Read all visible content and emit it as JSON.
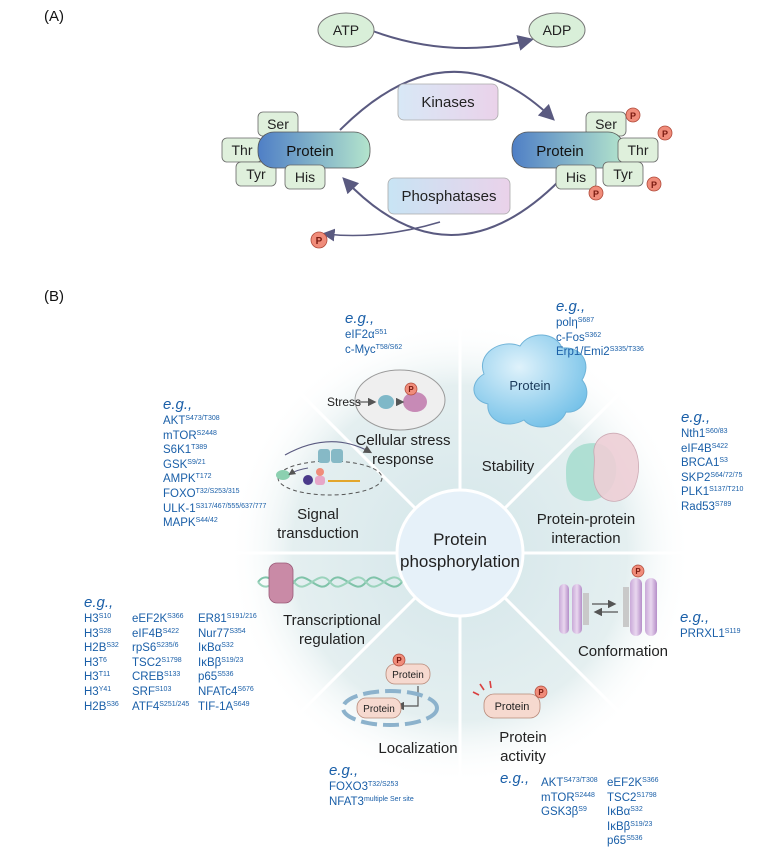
{
  "panel_a": {
    "label": "(A)",
    "atp": "ATP",
    "adp": "ADP",
    "kinases": "Kinases",
    "phosphatases": "Phosphatases",
    "protein": "Protein",
    "residues": {
      "ser": "Ser",
      "thr": "Thr",
      "tyr": "Tyr",
      "his": "His"
    },
    "phospho": "P"
  },
  "panel_b": {
    "label": "(B)",
    "center": [
      "Protein",
      "phosphorylation"
    ],
    "sectors": {
      "stress": [
        "Cellular stress",
        "response"
      ],
      "stress_inner": "Stress",
      "stability": "Stability",
      "stability_blob": "Protein",
      "ppi": [
        "Protein-protein",
        "interaction"
      ],
      "signal": [
        "Signal",
        "transduction"
      ],
      "transcription": [
        "Transcriptional",
        "regulation"
      ],
      "conformation": "Conformation",
      "localization": "Localization",
      "loc_protein_top": "Protein",
      "loc_protein_bottom": "Protein",
      "activity": [
        "Protein",
        "activity"
      ],
      "activity_protein": "Protein"
    },
    "eg": "e.g.,",
    "examples": {
      "stress": [
        [
          "eIF2α",
          "S51"
        ],
        [
          "c-Myc",
          "T58/S62"
        ]
      ],
      "stability": [
        [
          "polη",
          "S687"
        ],
        [
          "c-Fos",
          "S362"
        ],
        [
          "Erp1/Emi2",
          "S335/T336"
        ]
      ],
      "ppi": [
        [
          "Nth1",
          "S60/83"
        ],
        [
          "eIF4B",
          "S422"
        ],
        [
          "BRCA1",
          "S3"
        ],
        [
          "SKP2",
          "S64/72/75"
        ],
        [
          "PLK1",
          "S137/T210"
        ],
        [
          "Rad53",
          "S789"
        ]
      ],
      "signal": [
        [
          "AKT",
          "S473/T308"
        ],
        [
          "mTOR",
          "S2448"
        ],
        [
          "S6K1",
          "T389"
        ],
        [
          "GSK",
          "S9/21"
        ],
        [
          "AMPK",
          "T172"
        ],
        [
          "FOXO",
          "T32/S253/315"
        ],
        [
          "ULK-1",
          "S317/467/555/637/777"
        ],
        [
          "MAPK",
          "S44/42"
        ]
      ],
      "conformation": [
        [
          "PRRXL1",
          "S119"
        ]
      ],
      "transcription_col1": [
        [
          "H3",
          "S10"
        ],
        [
          "H3",
          "S28"
        ],
        [
          "H2B",
          "S32"
        ],
        [
          "H3",
          "T6"
        ],
        [
          "H3",
          "T11"
        ],
        [
          "H3",
          "Y41"
        ],
        [
          "H2B",
          "S36"
        ]
      ],
      "transcription_col2": [
        [
          "eEF2K",
          "S366"
        ],
        [
          "eIF4B",
          "S422"
        ],
        [
          "rpS6",
          "S235/6"
        ],
        [
          "TSC2",
          "S1798"
        ],
        [
          "CREB",
          "S133"
        ],
        [
          "SRF",
          "S103"
        ],
        [
          "ATF4",
          "S251/245"
        ]
      ],
      "transcription_col3": [
        [
          "ER81",
          "S191/216"
        ],
        [
          "Nur77",
          "S354"
        ],
        [
          "IκBα",
          "S32"
        ],
        [
          "IκBβ",
          "S19/23"
        ],
        [
          "p65",
          "S536"
        ],
        [
          "NFATc4",
          "S676"
        ],
        [
          "TIF-1A",
          "S649"
        ]
      ],
      "localization": [
        [
          "FOXO3",
          "T32/S253"
        ],
        [
          "NFAT3",
          "multiple Ser site"
        ]
      ],
      "activity_col1": [
        [
          "AKT",
          "S473/T308"
        ],
        [
          "mTOR",
          "S2448"
        ],
        [
          "GSK3β",
          "S9"
        ]
      ],
      "activity_col2": [
        [
          "eEF2K",
          "S366"
        ],
        [
          "TSC2",
          "S1798"
        ],
        [
          "IκBα",
          "S32"
        ],
        [
          "IκBβ",
          "S19/23"
        ],
        [
          "p65",
          "S536"
        ]
      ]
    }
  },
  "colors": {
    "accent_blue": "#1a5fa8",
    "protein_blue": "#5b8ed0",
    "protein_green": "#aee0c8",
    "phospho_fill": "#f08c7a",
    "kinase_box": "#e0d3ec",
    "phosphatase_box": "#cfe3f2"
  }
}
